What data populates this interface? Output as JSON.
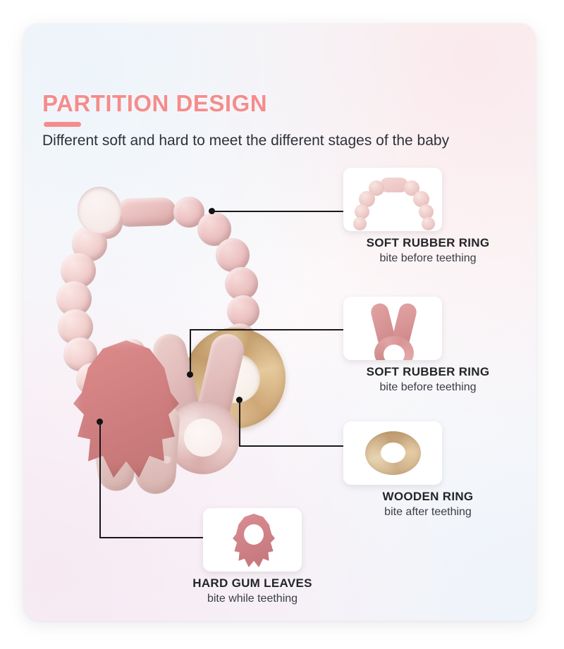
{
  "heading": {
    "title": "PARTITION DESIGN",
    "subtitle": "Different soft and hard to meet the different stages of the baby",
    "accent_color": "#f58c8c"
  },
  "callouts": [
    {
      "id": "soft-rubber-ring-beads",
      "title": "SOFT RUBBER RING",
      "subtitle": "bite before teething",
      "thumb_icon": "beaded-arch-icon"
    },
    {
      "id": "soft-rubber-ring-bunny",
      "title": "SOFT RUBBER RING",
      "subtitle": "bite before teething",
      "thumb_icon": "bunny-ear-ring-icon"
    },
    {
      "id": "wooden-ring",
      "title": "WOODEN RING",
      "subtitle": "bite after teething",
      "thumb_icon": "wooden-ring-icon"
    },
    {
      "id": "hard-gum-leaves",
      "title": "HARD GUM LEAVES",
      "subtitle": "bite while teething",
      "thumb_icon": "monstera-leaf-icon"
    }
  ],
  "product": {
    "name": "baby teether ring set",
    "parts": [
      "silicone bead ring",
      "monstera leaf teether",
      "bunny ear ring",
      "beech wooden ring"
    ],
    "colors": {
      "bead_pink": "#edc4c4",
      "leaf_rose": "#d07f80",
      "bunny_dusty": "#e0bcba",
      "wood_beige": "#d7b082"
    }
  }
}
